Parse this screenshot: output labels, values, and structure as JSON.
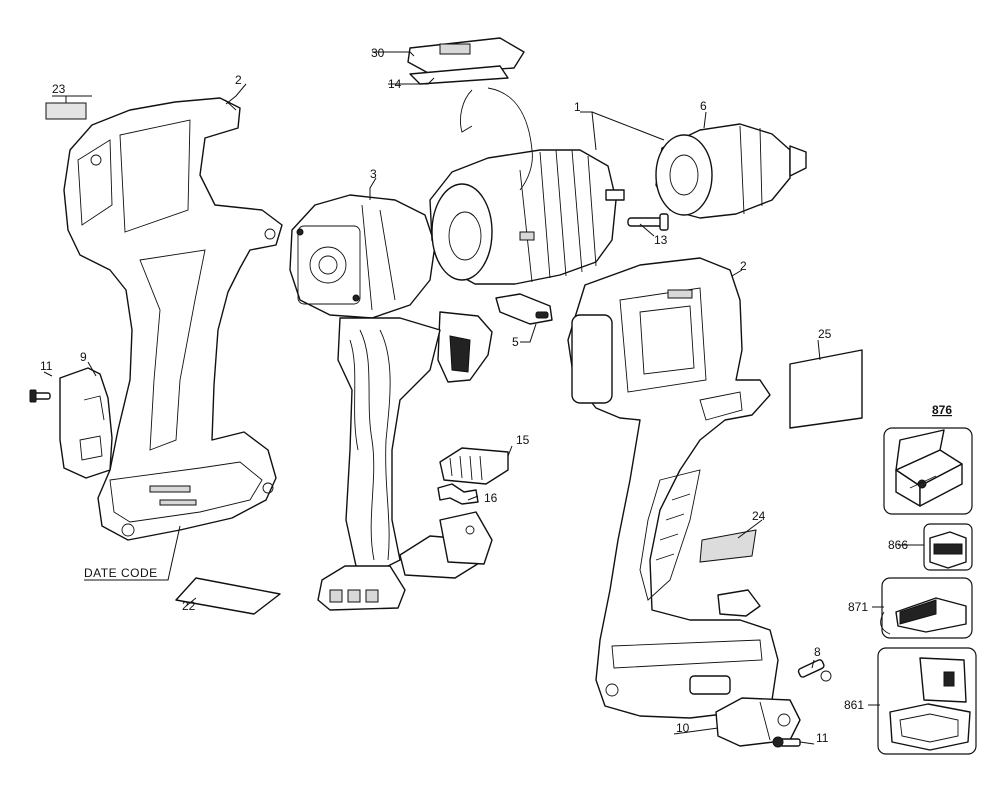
{
  "diagram": {
    "callouts": {
      "p1": "1",
      "p2_left": "2",
      "p2_right": "2",
      "p3": "3",
      "p5": "5",
      "p6": "6",
      "p8": "8",
      "p9": "9",
      "p10": "10",
      "p11_left": "11",
      "p11_right": "11",
      "p13": "13",
      "p14": "14",
      "p15": "15",
      "p16": "16",
      "p22": "22",
      "p23": "23",
      "p24": "24",
      "p25": "25",
      "p30": "30",
      "date_code": "DATE CODE"
    },
    "accessories": {
      "kit_box": "876",
      "battery": "866",
      "charger": "871",
      "case": "861"
    }
  }
}
